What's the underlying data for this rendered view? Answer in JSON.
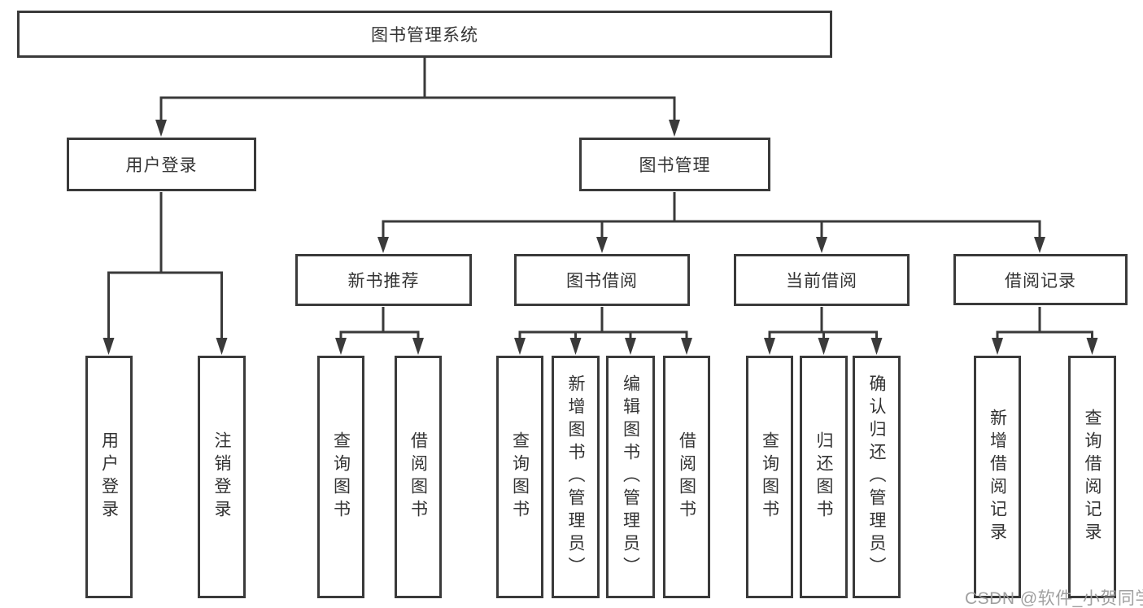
{
  "tree": {
    "label": "图书管理系统",
    "children": [
      {
        "label": "用户登录",
        "children": [
          {
            "label": "用户登录"
          },
          {
            "label": "注销登录"
          }
        ]
      },
      {
        "label": "图书管理",
        "children": [
          {
            "label": "新书推荐",
            "children": [
              {
                "label": "查询图书"
              },
              {
                "label": "借阅图书"
              }
            ]
          },
          {
            "label": "图书借阅",
            "children": [
              {
                "label": "查询图书"
              },
              {
                "label": "新增图书（管理员）"
              },
              {
                "label": "编辑图书（管理员）"
              },
              {
                "label": "借阅图书"
              }
            ]
          },
          {
            "label": "当前借阅",
            "children": [
              {
                "label": "查询图书"
              },
              {
                "label": "归还图书"
              },
              {
                "label": "确认归还（管理员）"
              }
            ]
          },
          {
            "label": "借阅记录",
            "children": [
              {
                "label": "新增借阅记录"
              },
              {
                "label": "查询借阅记录"
              }
            ]
          }
        ]
      }
    ]
  },
  "watermark": {
    "text": "CSDN @软件_小贺同学"
  },
  "colors": {
    "line": "#3a3a3a",
    "box_background": "#ffffff",
    "text": "#333333",
    "watermark": "#9b9b9b"
  }
}
